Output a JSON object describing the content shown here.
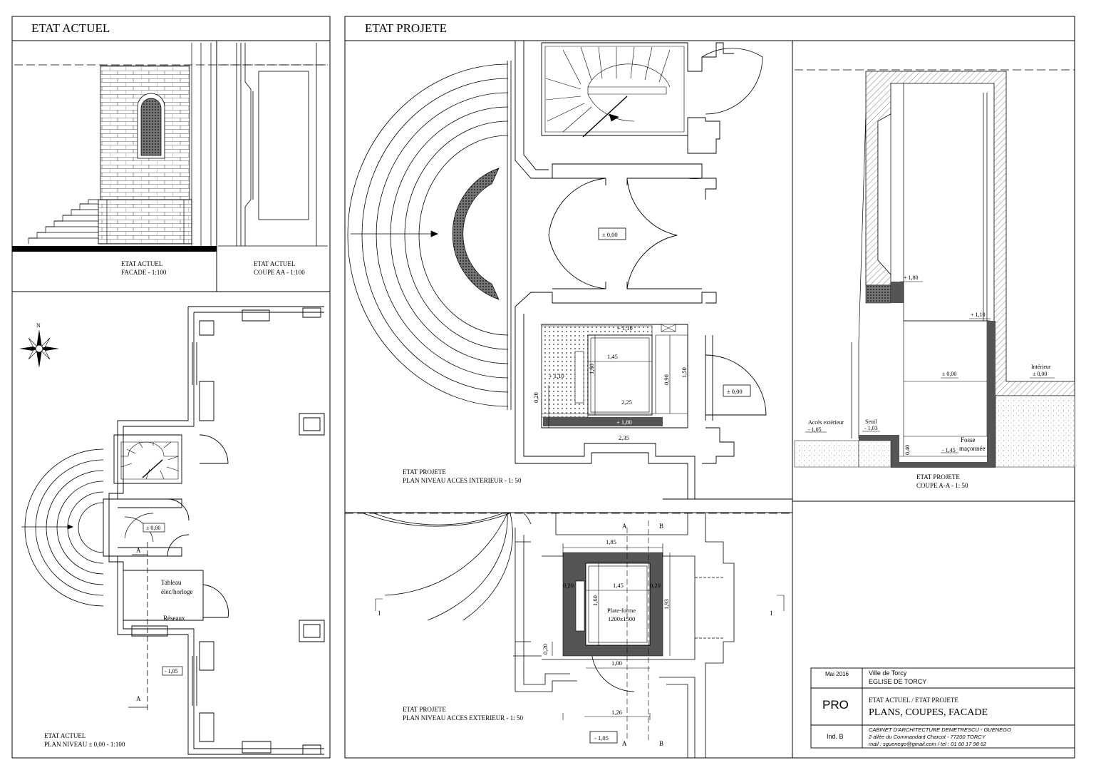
{
  "headers": {
    "left": "ETAT ACTUEL",
    "right": "ETAT PROJETE"
  },
  "captions": {
    "facade": [
      "ETAT ACTUEL",
      "FACADE - 1:100"
    ],
    "coupe_aa_actuel": [
      "ETAT ACTUEL",
      "COUPE AA - 1:100"
    ],
    "plan_actuel": [
      "ETAT ACTUEL",
      "PLAN NIVEAU ± 0,00 - 1:100"
    ],
    "plan_interieur": [
      "ETAT PROJETE",
      "PLAN NIVEAU ACCES INTERIEUR - 1: 50"
    ],
    "plan_exterieur": [
      "ETAT PROJETE",
      "PLAN NIVEAU ACCES EXTERIEUR - 1: 50"
    ],
    "coupe_projete": [
      "ETAT PROJETE",
      "COUPE A-A - 1: 50"
    ]
  },
  "north": "N",
  "plan_actuel_labels": {
    "level_interior": "± 0,00",
    "level_exterior": "- 1,05",
    "section_mark": "A",
    "tableau_1": "Tableau",
    "tableau_2": "élec/horloge",
    "reseaux": "Réseaux"
  },
  "plan_interieur_labels": {
    "level_center": "± 0,00",
    "level_right": "± 0,00",
    "d_top": "+ 1,10",
    "d_left": "+ 1,10",
    "d_145": "1,45",
    "d_160": "1,60",
    "d_090": "0,90",
    "d_150": "1,50",
    "d_020": "0,20",
    "d_225": "2,25",
    "d_180": "+ 1,80",
    "d_235": "2,35"
  },
  "plan_exterieur_labels": {
    "section_a": "A",
    "section_b": "B",
    "section_1": "1",
    "d_185": "1,85",
    "d_145": "1,45",
    "d_020a": "0,20",
    "d_020b": "0,20",
    "d_020c": "0,20",
    "d_160": "1,60",
    "d_193": "1,93",
    "platform_1": "Plate-forme",
    "platform_2": "1200x1500",
    "d_100": "1,00",
    "d_126": "1,26",
    "level": "- 1,05"
  },
  "coupe_labels": {
    "lvl_180": "+ 1,80",
    "lvl_110": "+ 1,10",
    "lvl_000": "± 0,00",
    "interieur": "Intérieur",
    "interieur_lvl": "± 0,00",
    "acces_ext": "Accès extérieur",
    "acces_ext_lvl": "- 1,05",
    "seuil": "Seuil",
    "seuil_lvl": "- 1,03",
    "d_040": "0,40",
    "lvl_145": "- 1,45",
    "fosse_1": "Fosse",
    "fosse_2": "maçonnée"
  },
  "title_block": {
    "date": "Mai 2016",
    "client_1": "Ville de Torcy",
    "client_2": "EGLISE DE TORCY",
    "phase": "PRO",
    "title_1": "ETAT ACTUEL / ETAT PROJETE",
    "title_2": "PLANS, COUPES, FACADE",
    "index": "Ind. B",
    "office_1": "CABINET D'ARCHITECTURE DEMETRESCU - GUENEGO",
    "office_2": "2 allée du Commandant Charcot - 77200 TORCY",
    "office_3": "mail : sguenego@gmail.com / tel : 01 60 17 98 62"
  }
}
